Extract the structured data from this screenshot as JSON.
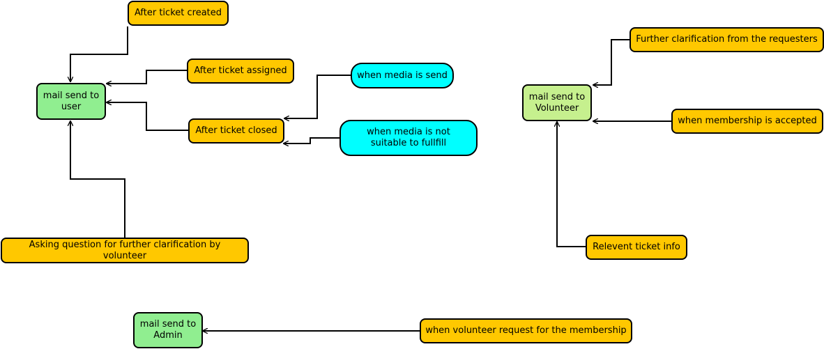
{
  "nodes": {
    "mail_user": "mail send to user",
    "mail_volunteer": "mail send to Volunteer",
    "mail_admin": "mail send to Admin",
    "ticket_created": "After ticket created",
    "ticket_assigned": "After ticket assigned",
    "ticket_closed": "After ticket closed",
    "media_send": "when media is send",
    "media_not_suitable": "when media is not suitable to fullfill",
    "asking_question": "Asking question for further clarification by volunteer",
    "further_clarification": "Further clarification from the requesters",
    "membership_accepted": "when membership is accepted",
    "relevent_ticket_info": "Relevent ticket info",
    "volunteer_request": "when volunteer request for the membership"
  },
  "colors": {
    "trigger": "#ffc800",
    "condition": "#00ffff",
    "recipient_green": "#90ee90",
    "recipient_light_green": "#c6f08e"
  }
}
